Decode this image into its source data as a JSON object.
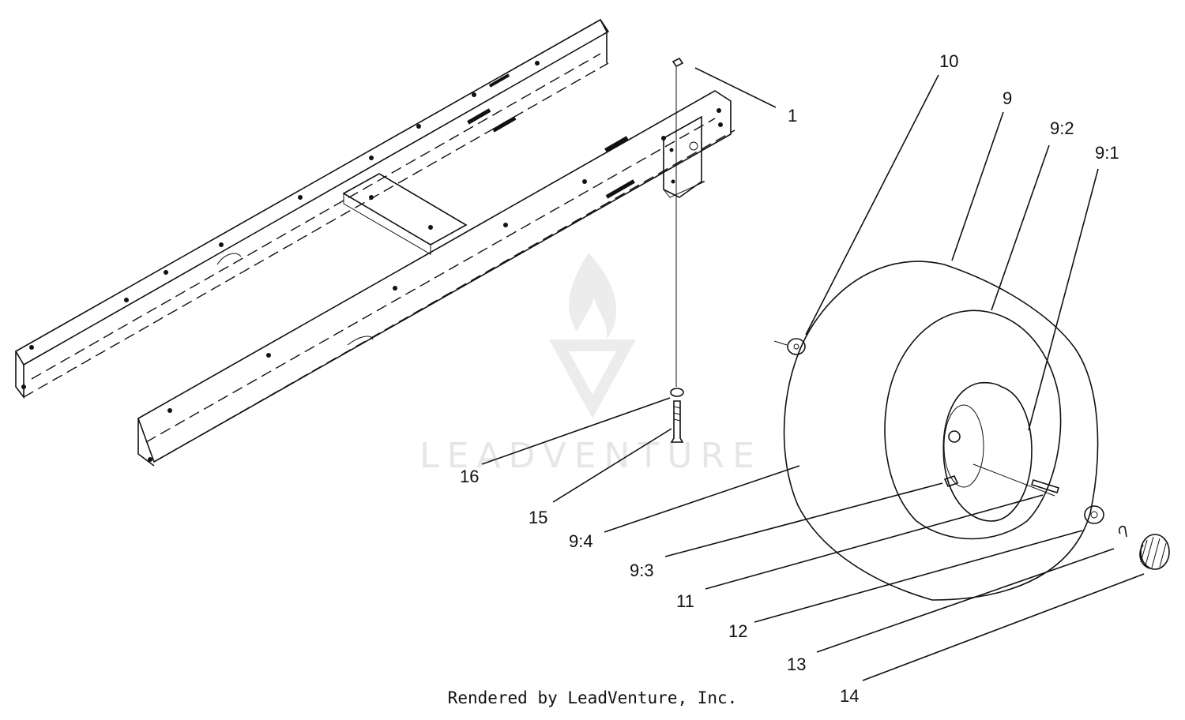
{
  "callouts": [
    {
      "id": "1",
      "text": "1"
    },
    {
      "id": "10",
      "text": "10"
    },
    {
      "id": "9",
      "text": "9"
    },
    {
      "id": "9-2",
      "text": "9:2"
    },
    {
      "id": "9-1",
      "text": "9:1"
    },
    {
      "id": "16",
      "text": "16"
    },
    {
      "id": "15",
      "text": "15"
    },
    {
      "id": "9-4",
      "text": "9:4"
    },
    {
      "id": "9-3",
      "text": "9:3"
    },
    {
      "id": "11",
      "text": "11"
    },
    {
      "id": "12",
      "text": "12"
    },
    {
      "id": "13",
      "text": "13"
    },
    {
      "id": "14",
      "text": "14"
    }
  ],
  "watermark": {
    "text": "LEADVENTURE",
    "color": "#e6e6e6"
  },
  "footer": {
    "text": "Rendered by LeadVenture, Inc."
  }
}
